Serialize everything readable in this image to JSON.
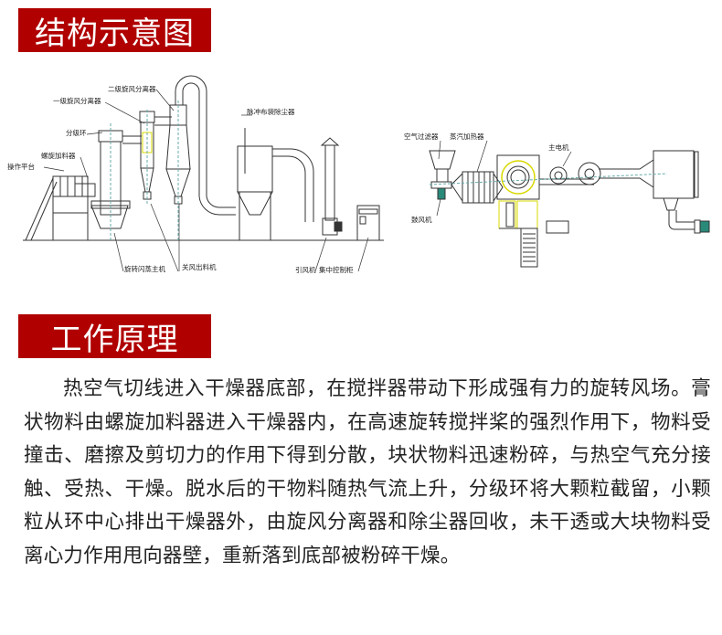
{
  "sections": {
    "structure": {
      "title": "结构示意图"
    },
    "principle": {
      "title": "工作原理"
    }
  },
  "diagram_left": {
    "labels": {
      "secondary_cyclone": "二级旋风分离器",
      "primary_cyclone": "一级旋风分离器",
      "classifier_ring": "分级环",
      "screw_feeder": "螺旋加料器",
      "platform": "操作平台",
      "pulse_bag_filter": "脉冲布袋除尘器",
      "main_unit": "旋转闪蒸主机",
      "airlock_discharger": "关风出料机",
      "induced_fan": "引风机",
      "control_cabinet": "集中控制柜"
    }
  },
  "diagram_right": {
    "labels": {
      "air_filter": "空气过滤器",
      "steam_heater": "蒸汽加热器",
      "main_motor": "主电机",
      "blower": "鼓风机"
    }
  },
  "principle_text": "热空气切线进入干燥器底部，在搅拌器带动下形成强有力的旋转风场。膏状物料由螺旋加料器进入干燥器内，在高速旋转搅拌桨的强烈作用下，物料受撞击、磨擦及剪切力的作用下得到分散，块状物料迅速粉碎，与热空气充分接触、受热、干燥。脱水后的干物料随热气流上升，分级环将大颗粒截留，小颗粒从环中心排出干燥器外，由旋风分离器和除尘器回收，未干透或大块物料受离心力作用甩向器壁，重新落到底部被粉碎干燥。",
  "colors": {
    "banner": "#B00000",
    "banner_text": "#FFFFFF",
    "body_text": "#222222",
    "highlight": "#D8D800"
  }
}
